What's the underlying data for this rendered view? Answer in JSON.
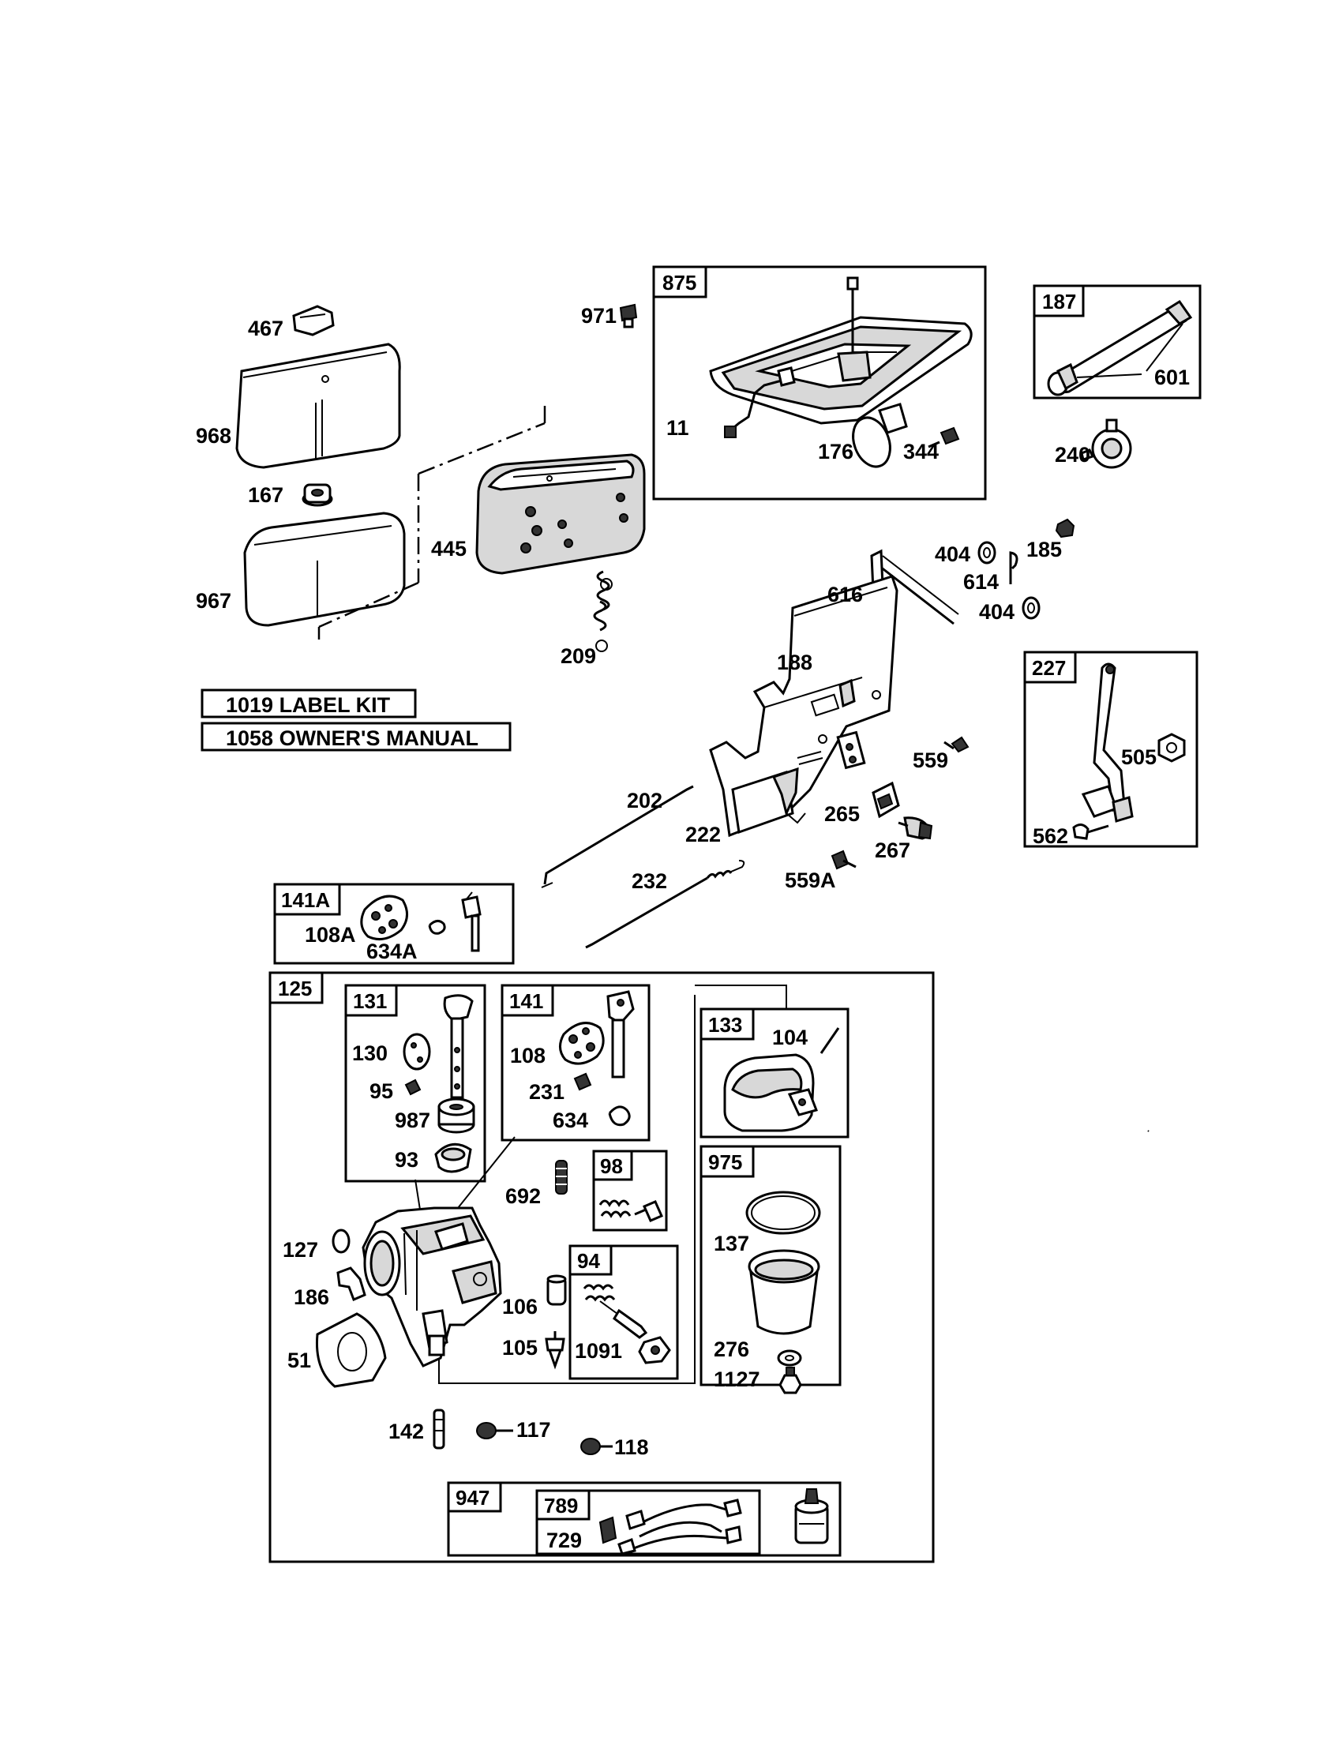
{
  "kits": [
    {
      "id": "kit-1019",
      "text": "1019 LABEL KIT"
    },
    {
      "id": "kit-1058",
      "text": "1058 OWNER'S MANUAL"
    }
  ],
  "groups": {
    "g875": "875",
    "g187": "187",
    "g227": "227",
    "g141A": "141A",
    "g125": "125",
    "g131": "131",
    "g141": "141",
    "g133": "133",
    "g98": "98",
    "g975": "975",
    "g94": "94",
    "g947": "947",
    "g789": "789"
  },
  "labels": {
    "p467": "467",
    "p968": "968",
    "p167": "167",
    "p967": "967",
    "p445": "445",
    "p971": "971",
    "p11": "11",
    "p176": "176",
    "p344": "344",
    "p601": "601",
    "p240": "240",
    "p404a": "404",
    "p185": "185",
    "p614": "614",
    "p404b": "404",
    "p616": "616",
    "p188": "188",
    "p209": "209",
    "p559": "559",
    "p505": "505",
    "p562": "562",
    "p202": "202",
    "p222": "222",
    "p265": "265",
    "p267": "267",
    "p232": "232",
    "p559A": "559A",
    "p108A": "108A",
    "p634A": "634A",
    "p130": "130",
    "p95": "95",
    "p987": "987",
    "p93": "93",
    "p108": "108",
    "p231": "231",
    "p634": "634",
    "p104": "104",
    "p692": "692",
    "p127": "127",
    "p186": "186",
    "p51": "51",
    "p106": "106",
    "p105": "105",
    "p1091": "1091",
    "p137": "137",
    "p276": "276",
    "p1127": "1127",
    "p142": "142",
    "p117": "117",
    "p118": "118",
    "p729": "729"
  }
}
